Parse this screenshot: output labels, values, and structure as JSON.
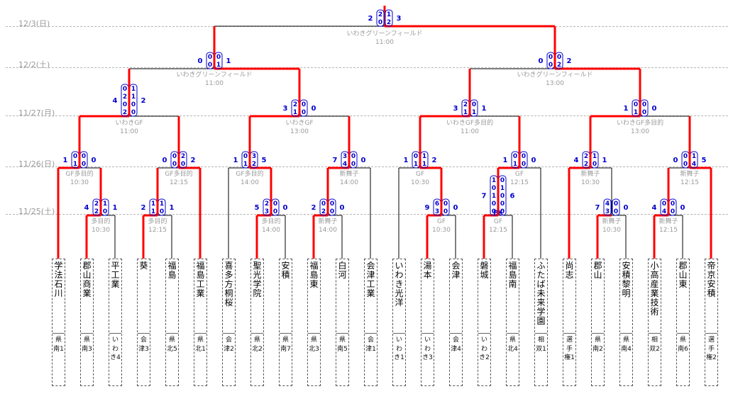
{
  "dates": [
    "12/3(日)",
    "12/2(土)",
    "11/27(月)",
    "11/26(日)",
    "11/25(土)"
  ],
  "teams": [
    {
      "name": "学法石川",
      "region": "県南1"
    },
    {
      "name": "郡山商業",
      "region": "県南3"
    },
    {
      "name": "平工業",
      "region": "いわき4"
    },
    {
      "name": "葵",
      "region": "会津3"
    },
    {
      "name": "福島",
      "region": "県北5"
    },
    {
      "name": "福島工業",
      "region": "県北1"
    },
    {
      "name": "喜多方桐桜",
      "region": "会津2"
    },
    {
      "name": "聖光学院",
      "region": "県北2"
    },
    {
      "name": "安積",
      "region": "県南7"
    },
    {
      "name": "福島東",
      "region": "県北3"
    },
    {
      "name": "白河",
      "region": "県南5"
    },
    {
      "name": "会津工業",
      "region": "会津1"
    },
    {
      "name": "いわき光洋",
      "region": "いわき1"
    },
    {
      "name": "湯本",
      "region": "いわき3"
    },
    {
      "name": "会津",
      "region": "会津4"
    },
    {
      "name": "磐城",
      "region": "いわき2"
    },
    {
      "name": "福島南",
      "region": "県北4"
    },
    {
      "name": "ふたば未来学園",
      "region": "相双1"
    },
    {
      "name": "尚志",
      "region": "選手権1"
    },
    {
      "name": "郡山",
      "region": "県南2"
    },
    {
      "name": "安積黎明",
      "region": "県南4"
    },
    {
      "name": "小高産業技術",
      "region": "相双2"
    },
    {
      "name": "郡山東",
      "region": "県南6"
    },
    {
      "name": "帝京安積",
      "region": "選手権2"
    }
  ],
  "matches": [
    {
      "id": "r1a",
      "venue": "多目的",
      "time": "10:30",
      "left": "4",
      "right": "1",
      "half_l": [
        "2",
        "2"
      ],
      "half_r": [
        "1",
        "0"
      ]
    },
    {
      "id": "r1b",
      "venue": "多目的",
      "time": "12:15",
      "left": "2",
      "right": "1",
      "half_l": [
        "1",
        "1"
      ],
      "half_r": [
        "1",
        "0"
      ]
    },
    {
      "id": "r1c",
      "venue": "多目的",
      "time": "14:00",
      "left": "5",
      "right": "0",
      "half_l": [
        "2",
        "3"
      ],
      "half_r": [
        "0",
        "0"
      ]
    },
    {
      "id": "r1d",
      "venue": "新舞子",
      "time": "14:00",
      "left": "2",
      "right": "0",
      "half_l": [
        "0",
        "2"
      ],
      "half_r": [
        "0",
        "0"
      ]
    },
    {
      "id": "r1e",
      "venue": "GF",
      "time": "10:30",
      "left": "9",
      "right": "0",
      "half_l": [
        "6",
        "3"
      ],
      "half_r": [
        "0",
        "0"
      ]
    },
    {
      "id": "r1f",
      "venue": "GF",
      "time": "12:15",
      "left": "7",
      "right": "6",
      "half_l": [
        "1",
        "0",
        "1",
        "0",
        "0"
      ],
      "half_r": [
        "0",
        "1",
        "0",
        "0",
        "0"
      ],
      "pk": "PK"
    },
    {
      "id": "r1g",
      "venue": "新舞子",
      "time": "10:30",
      "left": "7",
      "right": "0",
      "half_l": [
        "4",
        "3"
      ],
      "half_r": [
        "0",
        "0"
      ]
    },
    {
      "id": "r1h",
      "venue": "新舞子",
      "time": "12:15",
      "left": "4",
      "right": "0",
      "half_l": [
        "0",
        "4"
      ],
      "half_r": [
        "0",
        "0"
      ]
    },
    {
      "id": "r2a",
      "venue": "GF多目的",
      "time": "10:30",
      "left": "1",
      "right": "0",
      "half_l": [
        "0",
        "1"
      ],
      "half_r": [
        "0",
        "0"
      ]
    },
    {
      "id": "r2b",
      "venue": "GF多目的",
      "time": "12:15",
      "left": "0",
      "right": "2",
      "half_l": [
        "0",
        "0"
      ],
      "half_r": [
        "2",
        "0"
      ]
    },
    {
      "id": "r2c",
      "venue": "GF多目的",
      "time": "14:00",
      "left": "1",
      "right": "5",
      "half_l": [
        "0",
        "1"
      ],
      "half_r": [
        "3",
        "2"
      ]
    },
    {
      "id": "r2d",
      "venue": "新舞子",
      "time": "14:00",
      "left": "7",
      "right": "0",
      "half_l": [
        "3",
        "4"
      ],
      "half_r": [
        "0",
        "0"
      ]
    },
    {
      "id": "r2e",
      "venue": "GF",
      "time": "10:30",
      "left": "1",
      "right": "2",
      "half_l": [
        "0",
        "1"
      ],
      "half_r": [
        "1",
        "1"
      ]
    },
    {
      "id": "r2f",
      "venue": "GF",
      "time": "12:15",
      "left": "1",
      "right": "0",
      "half_l": [
        "0",
        "1"
      ],
      "half_r": [
        "0",
        "0"
      ]
    },
    {
      "id": "r2g",
      "venue": "新舞子",
      "time": "10:30",
      "left": "4",
      "right": "1",
      "half_l": [
        "2",
        "2"
      ],
      "half_r": [
        "1",
        "0"
      ]
    },
    {
      "id": "r2h",
      "venue": "新舞子",
      "time": "12:15",
      "left": "0",
      "right": "5",
      "half_l": [
        "0",
        "0"
      ],
      "half_r": [
        "1",
        "4"
      ]
    },
    {
      "id": "r3a",
      "venue": "いわきGF",
      "time": "11:00",
      "left": "4",
      "right": "2",
      "half_l": [
        "0",
        "2",
        "0",
        "2"
      ],
      "half_r": [
        "1",
        "1",
        "0",
        "0"
      ]
    },
    {
      "id": "r3b",
      "venue": "いわきGF",
      "time": "13:00",
      "left": "3",
      "right": "0",
      "half_l": [
        "2",
        "1"
      ],
      "half_r": [
        "0",
        "0"
      ]
    },
    {
      "id": "r3c",
      "venue": "いわきGF多目的",
      "time": "11:00",
      "left": "3",
      "right": "1",
      "half_l": [
        "2",
        "1"
      ],
      "half_r": [
        "0",
        "1"
      ]
    },
    {
      "id": "r3d",
      "venue": "いわきGF多目的",
      "time": "13:00",
      "left": "1",
      "right": "0",
      "half_l": [
        "0",
        "1"
      ],
      "half_r": [
        "0",
        "0"
      ]
    },
    {
      "id": "r4a",
      "venue": "いわきグリーンフィールド",
      "time": "11:00",
      "left": "0",
      "right": "1",
      "half_l": [
        "0",
        "0"
      ],
      "half_r": [
        "0",
        "1"
      ]
    },
    {
      "id": "r4b",
      "venue": "いわきグリーンフィールド",
      "time": "13:00",
      "left": "0",
      "right": "2",
      "half_l": [
        "0",
        "0"
      ],
      "half_r": [
        "0",
        "2"
      ]
    },
    {
      "id": "final",
      "venue": "いわきグリーンフィールド",
      "time": "11:00",
      "left": "2",
      "right": "3",
      "half_l": [
        "2",
        "0"
      ],
      "half_r": [
        "1",
        "2"
      ]
    }
  ],
  "colors": {
    "win": "#ff0000",
    "line": "#000000",
    "score": "#0000cc",
    "venue": "#9a9a9a"
  }
}
